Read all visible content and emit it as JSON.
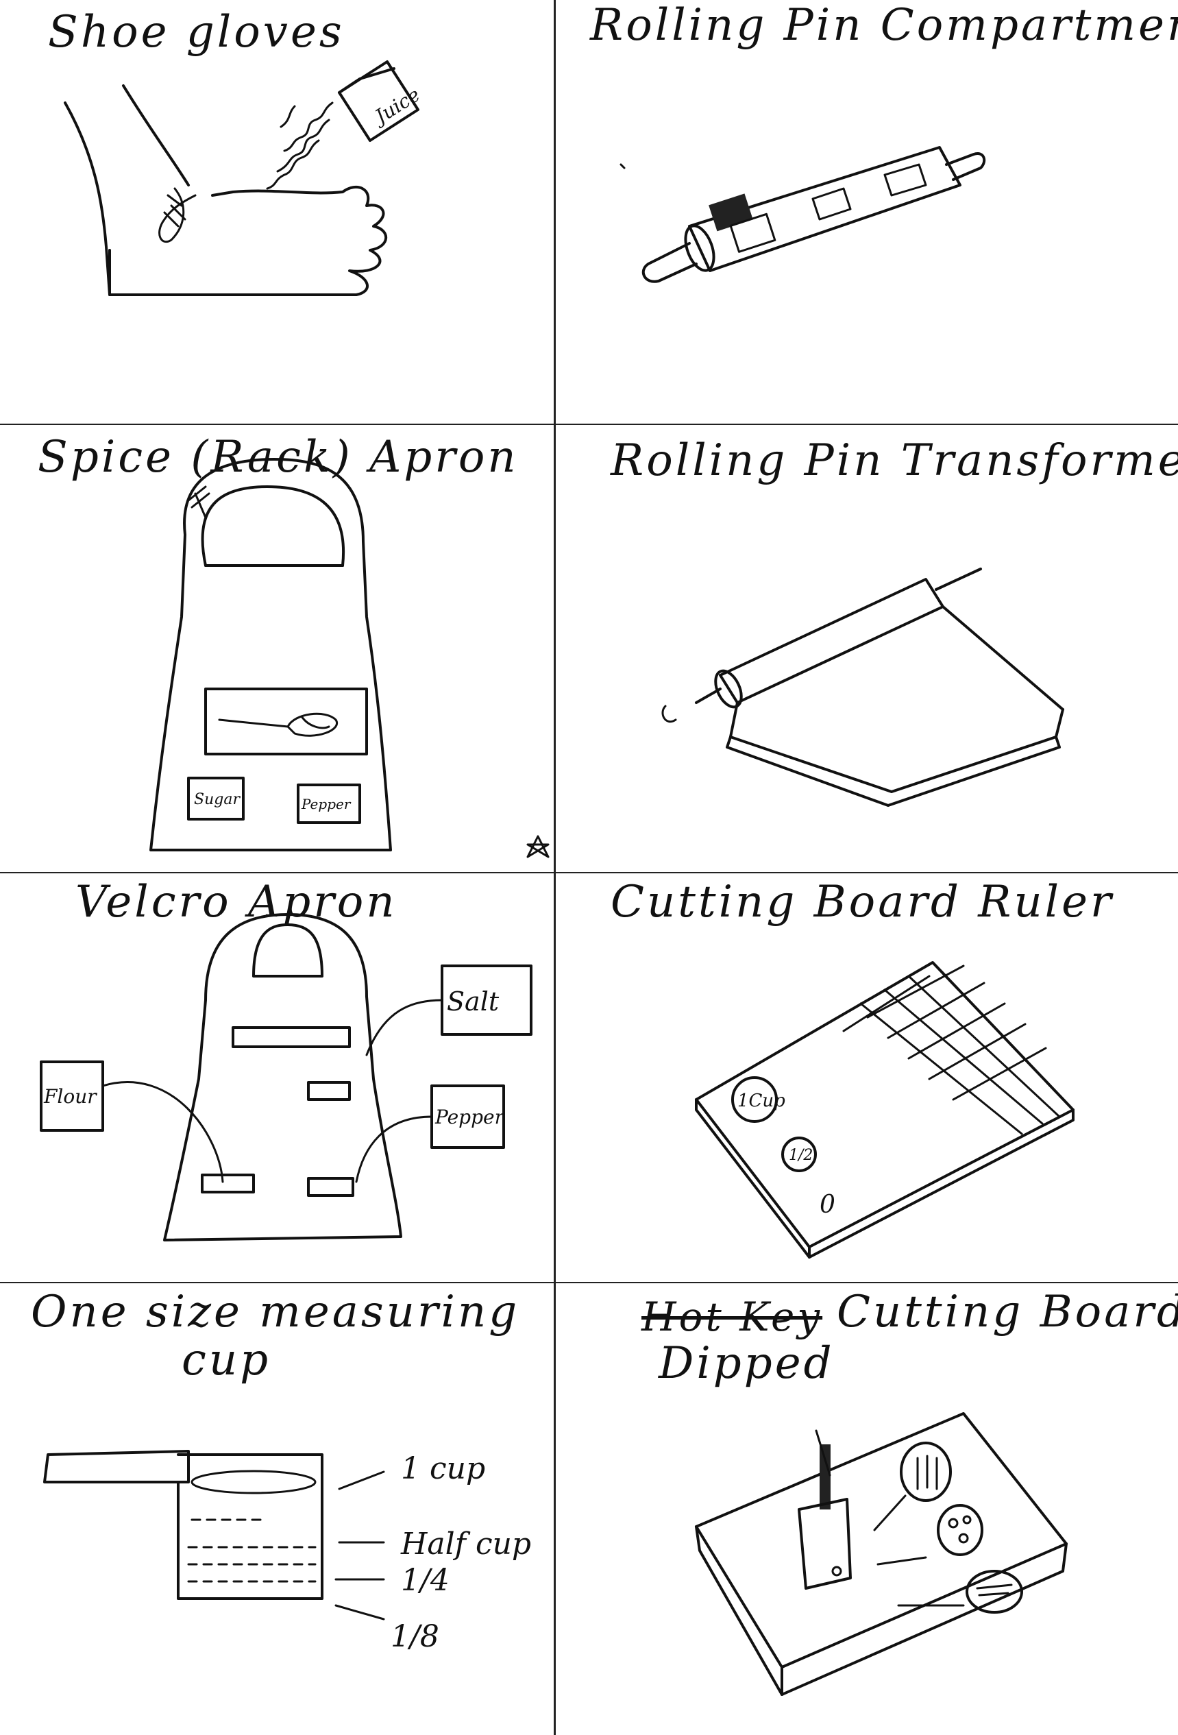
{
  "cells": {
    "shoe_gloves": {
      "title": "Shoe gloves",
      "label_juice": "Juice"
    },
    "rolling_pin_compartment": {
      "title": "Rolling Pin Compartment"
    },
    "spice_apron": {
      "title": "Spice (Rack) Apron",
      "label_sugar": "Sugar",
      "label_pepper": "Pepper"
    },
    "rolling_pin_transformer": {
      "title": "Rolling Pin Transformer"
    },
    "velcro_apron": {
      "title": "Velcro Apron",
      "label_salt": "Salt",
      "label_flour": "Flour",
      "label_pepper": "Pepper"
    },
    "cutting_board_ruler": {
      "title": "Cutting Board Ruler",
      "label_1cup": "1Cup",
      "label_half": "1/2",
      "label_zero": "0"
    },
    "measuring_cup": {
      "title_line1": "One size measuring",
      "title_line2": "cup",
      "marks": [
        "1 cup",
        "Half cup",
        "1/4",
        "1/8"
      ]
    },
    "dipped_cutting_board": {
      "title_crossed": "Hot Key",
      "title_line1": "Cutting Board",
      "title_line2": "Dipped"
    }
  },
  "colors": {
    "ink": "#111111",
    "paper": "#ffffff"
  }
}
